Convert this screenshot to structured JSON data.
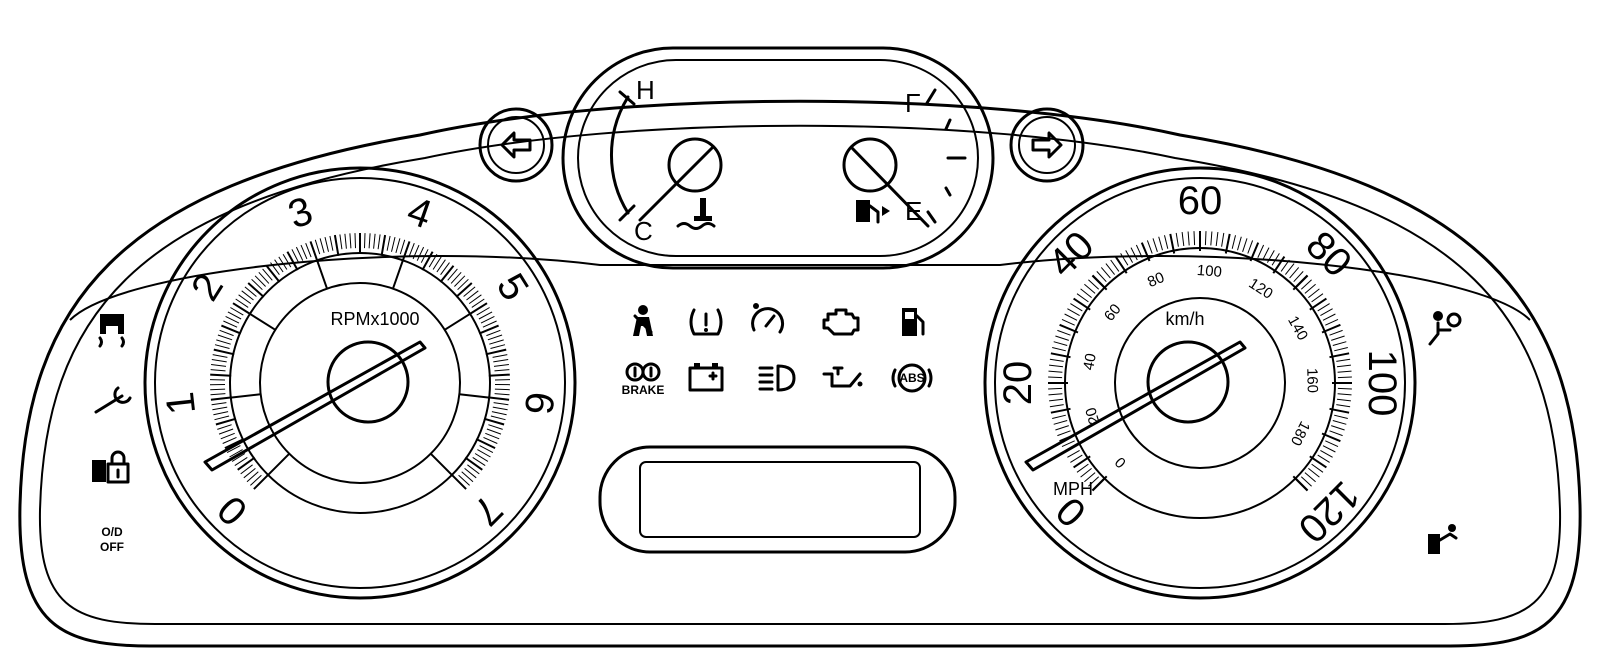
{
  "tachometer": {
    "unit_label": "RPMx1000",
    "scale_labels": [
      "0",
      "1",
      "2",
      "3",
      "4",
      "5",
      "6",
      "7"
    ],
    "needle_value": 0
  },
  "speedometer": {
    "primary_unit": "MPH",
    "secondary_unit": "km/h",
    "mph_labels": [
      "0",
      "20",
      "40",
      "60",
      "80",
      "100",
      "120"
    ],
    "kmh_labels": [
      "0",
      "20",
      "40",
      "60",
      "80",
      "100",
      "120",
      "140",
      "160",
      "180"
    ],
    "needle_value": 0
  },
  "temperature_gauge": {
    "hot_label": "H",
    "cold_label": "C",
    "icon": "coolant-temperature-icon"
  },
  "fuel_gauge": {
    "full_label": "F",
    "empty_label": "E",
    "icon": "fuel-pump-icon"
  },
  "turn_signals": {
    "left_icon": "left-arrow-icon",
    "right_icon": "right-arrow-icon"
  },
  "warning_lights": {
    "row1": [
      "seatbelt-icon",
      "tire-pressure-icon",
      "cruise-control-icon",
      "check-engine-icon",
      "low-fuel-icon"
    ],
    "row2": [
      "brake-icon",
      "battery-icon",
      "high-beam-icon",
      "oil-pressure-icon",
      "abs-icon"
    ],
    "brake_label": "BRAKE",
    "abs_label": "ABS"
  },
  "left_indicators": {
    "icons": [
      "traction-control-icon",
      "service-wrench-icon",
      "security-lock-icon"
    ],
    "od_off_line1": "O/D",
    "od_off_line2": "OFF"
  },
  "right_indicators": {
    "icons": [
      "airbag-icon",
      "passenger-airbag-icon"
    ]
  }
}
